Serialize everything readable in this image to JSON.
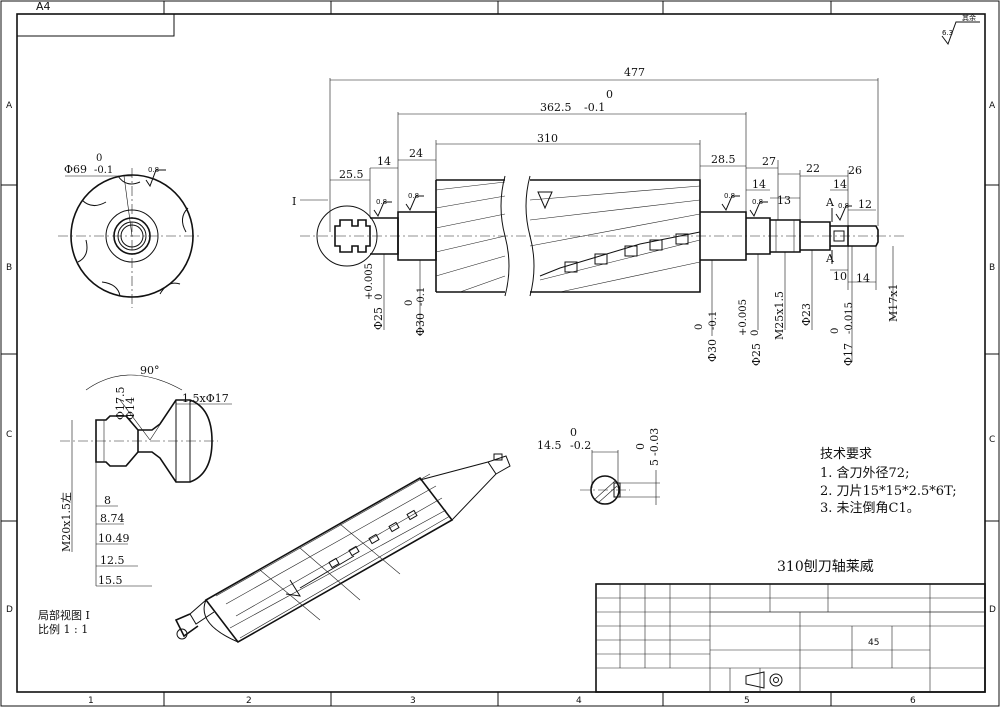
{
  "sheet": {
    "size_label": "A4",
    "zone_cols": [
      "1",
      "2",
      "3",
      "4",
      "5",
      "6"
    ],
    "zone_rows": [
      "A",
      "B",
      "C",
      "D"
    ],
    "roughness_corner": "其余",
    "roughness_corner_value": "6.3"
  },
  "main_view": {
    "section_marker": "I",
    "section_cut": "A",
    "dims": {
      "overall": "477",
      "body_len": "362.5",
      "body_tol_upper": "0",
      "body_tol_lower": "-0.1",
      "cutter_len": "310",
      "d_25_5": "25.5",
      "d_14a": "14",
      "d_24": "24",
      "d_28_5": "28.5",
      "d_27": "27",
      "d_22": "22",
      "d_26": "26",
      "d_14b": "14",
      "d_13": "13",
      "d_14c": "14",
      "d_12": "12",
      "d_10": "10",
      "d_14d": "14"
    },
    "roughness": [
      "0.8",
      "0.8",
      "0.8",
      "0.8",
      "0.8"
    ],
    "vertical_dims": [
      {
        "main": "Φ25",
        "upper": "+0.005",
        "lower": "0"
      },
      {
        "main": "Φ30",
        "upper": "0",
        "lower": "-0.1"
      },
      {
        "main": "Φ30",
        "upper": "0",
        "lower": "-0.1"
      },
      {
        "main": "Φ25",
        "upper": "+0.005",
        "lower": "0"
      },
      {
        "main": "M25x1.5",
        "upper": "",
        "lower": ""
      },
      {
        "main": "Φ23",
        "upper": "",
        "lower": ""
      },
      {
        "main": "Φ17",
        "upper": "0",
        "lower": "-0.015"
      },
      {
        "main": "M17x1",
        "upper": "",
        "lower": ""
      }
    ]
  },
  "end_view": {
    "dia_label": "Φ69",
    "dia_tol_upper": "0",
    "dia_tol_lower": "-0.1",
    "roughness": "0.8"
  },
  "detail_view": {
    "angle": "90°",
    "chamfer": "1.5xΦ17",
    "d_17_5": "Φ17.5",
    "d_14": "Φ14",
    "thread": "M20x1.5左",
    "lengths": [
      "8",
      "8.74",
      "10.49",
      "12.5",
      "15.5"
    ],
    "caption_line1": "局部视图 I",
    "caption_line2": "比例 1 : 1"
  },
  "key_section": {
    "width_main": "14.5",
    "width_upper": "0",
    "width_lower": "-0.2",
    "depth_main": "5",
    "depth_upper": "0",
    "depth_lower": "-0.03"
  },
  "tech_requirements": {
    "title": "技术要求",
    "items": [
      "1. 含刀外径72;",
      "2. 刀片15*15*2.5*6T;",
      "3. 未注倒角C1。"
    ]
  },
  "part_name": "310刨刀轴莱威",
  "title_block": {
    "scale_cell": "45"
  }
}
